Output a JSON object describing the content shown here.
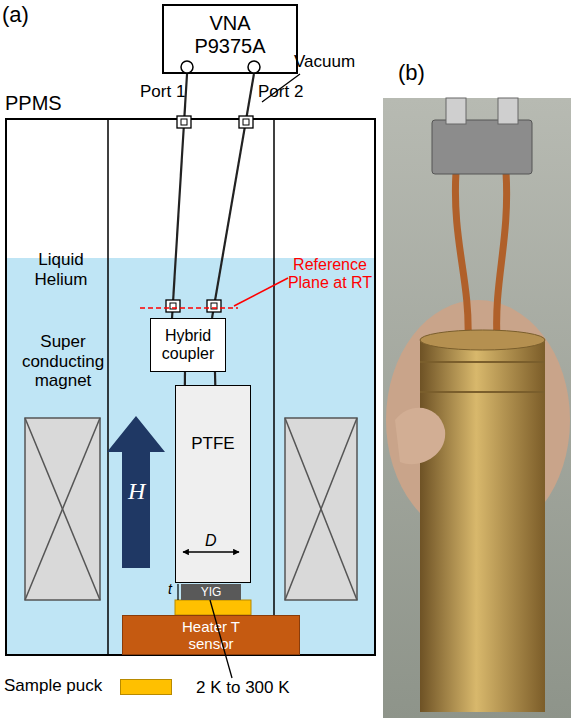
{
  "diagram": {
    "nodes": [
      {
        "text": [
          "VNA P9375A"
        ]
      },
      {
        "text": [
          "PPMS"
        ]
      },
      {
        "text": [
          "Hybrid coupler"
        ],
        "in": 1
      },
      {
        "text": [
          "PTFE"
        ],
        "in": 1
      },
      {
        "text": [
          "YIG"
        ],
        "in": 1
      },
      {
        "text": [
          "Heater T sensor"
        ],
        "in": 1
      }
    ],
    "edges": [
      {
        "from": 0,
        "to": 2,
        "arrow": "none",
        "label": "Port 1"
      },
      {
        "from": 0,
        "to": 2,
        "arrow": "none",
        "label": "Port 2"
      },
      {
        "from": 2,
        "to": 3,
        "arrow": "none"
      },
      {
        "from": 2,
        "to": 3,
        "arrow": "none"
      }
    ],
    "labels": [
      "(a)",
      "(b)",
      "Liquid Helium",
      "Super conducting magnet",
      "Vacuum",
      "Reference Plane at RT",
      "H",
      "D",
      "t",
      "2 K to 300 K"
    ],
    "legend": [
      {
        "text": "Sample puck",
        "color": "#ffc000"
      }
    ]
  }
}
